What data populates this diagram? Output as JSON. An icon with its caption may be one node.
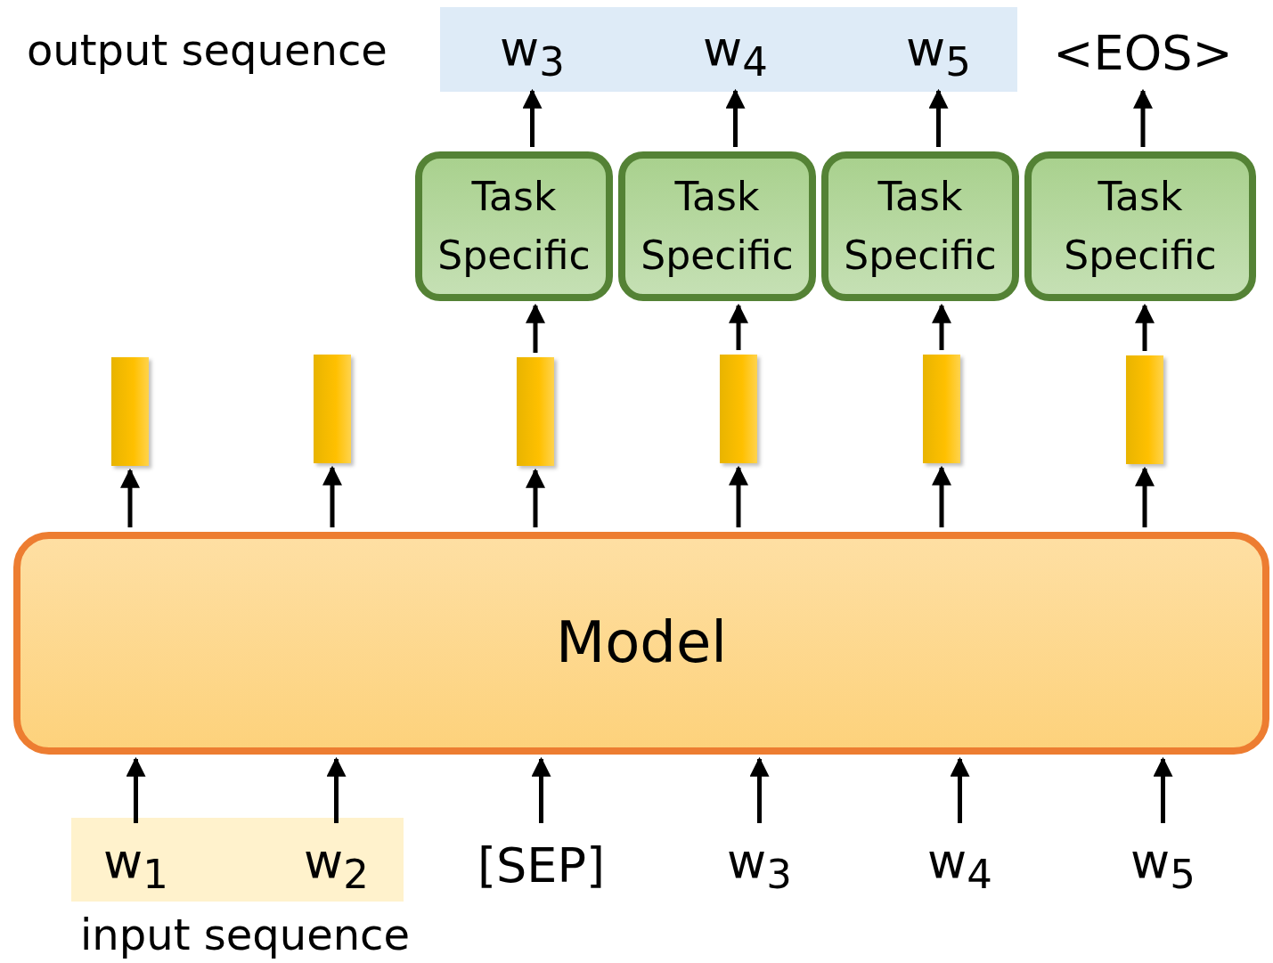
{
  "diagram": {
    "nodes": [
      {
        "text": [
          "output sequence"
        ]
      },
      {
        "text": [
          "w$_{3}$"
        ],
        "in": 0
      },
      {
        "text": [
          "w$_{4}$"
        ],
        "in": 0
      },
      {
        "text": [
          "w$_{5}$"
        ],
        "in": 0
      },
      {
        "text": [
          "<EOS>"
        ]
      },
      {
        "text": [
          "Task Specific"
        ]
      },
      {
        "text": [
          "Task Specific"
        ]
      },
      {
        "text": [
          "Task Specific"
        ]
      },
      {
        "text": [
          "Task Specific"
        ]
      },
      {
        "text": [],
        "shape": "bar"
      },
      {
        "text": [],
        "shape": "bar"
      },
      {
        "text": [],
        "shape": "bar"
      },
      {
        "text": [],
        "shape": "bar"
      },
      {
        "text": [],
        "shape": "bar"
      },
      {
        "text": [],
        "shape": "bar"
      },
      {
        "text": [
          "Model"
        ]
      },
      {
        "text": [
          "input sequence"
        ]
      },
      {
        "text": [
          "w$_{1}$"
        ],
        "in": 16
      },
      {
        "text": [
          "w$_{2}$"
        ],
        "in": 16
      },
      {
        "text": [
          "[SEP]"
        ]
      },
      {
        "text": [
          "w$_{3}$"
        ]
      },
      {
        "text": [
          "w$_{4}$"
        ]
      },
      {
        "text": [
          "w$_{5}$"
        ]
      }
    ],
    "edges": [
      {
        "from": 17,
        "to": 15,
        "arrow": "to"
      },
      {
        "from": 18,
        "to": 15,
        "arrow": "to"
      },
      {
        "from": 19,
        "to": 15,
        "arrow": "to"
      },
      {
        "from": 20,
        "to": 15,
        "arrow": "to"
      },
      {
        "from": 21,
        "to": 15,
        "arrow": "to"
      },
      {
        "from": 22,
        "to": 15,
        "arrow": "to"
      },
      {
        "from": 15,
        "to": 9,
        "arrow": "to"
      },
      {
        "from": 15,
        "to": 10,
        "arrow": "to"
      },
      {
        "from": 15,
        "to": 11,
        "arrow": "to"
      },
      {
        "from": 15,
        "to": 12,
        "arrow": "to"
      },
      {
        "from": 15,
        "to": 13,
        "arrow": "to"
      },
      {
        "from": 15,
        "to": 14,
        "arrow": "to"
      },
      {
        "from": 11,
        "to": 5,
        "arrow": "to"
      },
      {
        "from": 12,
        "to": 6,
        "arrow": "to"
      },
      {
        "from": 13,
        "to": 7,
        "arrow": "to"
      },
      {
        "from": 14,
        "to": 8,
        "arrow": "to"
      },
      {
        "from": 5,
        "to": 1,
        "arrow": "to"
      },
      {
        "from": 6,
        "to": 2,
        "arrow": "to"
      },
      {
        "from": 7,
        "to": 3,
        "arrow": "to"
      },
      {
        "from": 8,
        "to": 4,
        "arrow": "to"
      }
    ]
  }
}
